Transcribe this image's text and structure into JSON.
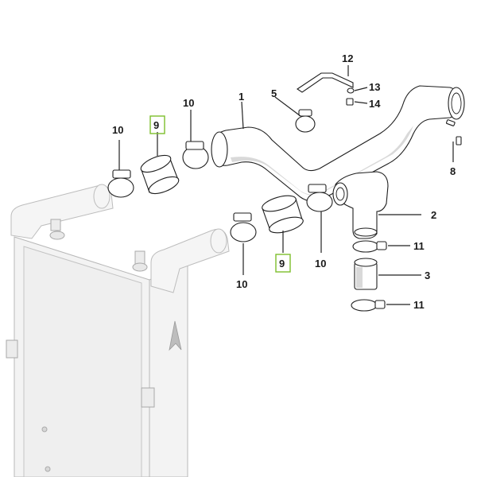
{
  "highlight_color": "#7dbf2c",
  "labels": {
    "part_1": "1",
    "part_2": "2",
    "part_3": "3",
    "part_5": "5",
    "part_8": "8",
    "part_9_top": "9",
    "part_9_bottom": "9",
    "part_10_a": "10",
    "part_10_b": "10",
    "part_10_c": "10",
    "part_10_d": "10",
    "part_11_top": "11",
    "part_11_bottom": "11",
    "part_12": "12",
    "part_13": "13",
    "part_14": "14"
  }
}
